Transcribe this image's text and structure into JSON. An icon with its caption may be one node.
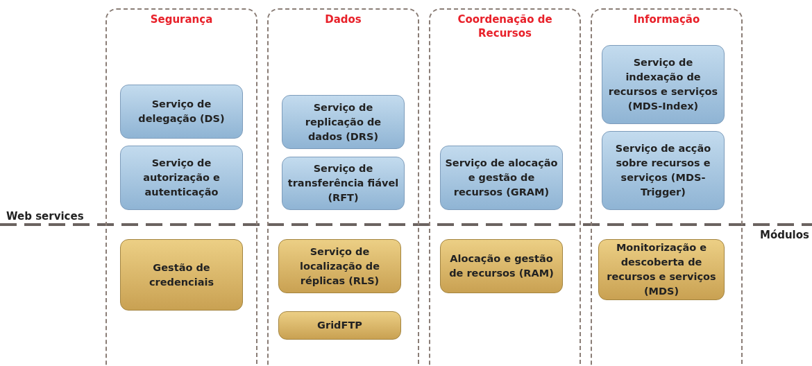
{
  "diagram": {
    "nodes": [
      {
        "text": [
          "Segurança"
        ]
      },
      {
        "text": [
          "Dados"
        ]
      },
      {
        "text": [
          "Coordenação de Recursos"
        ]
      },
      {
        "text": [
          "Informação"
        ]
      },
      {
        "text": [
          "Serviço de delegação (DS)"
        ],
        "in": 0
      },
      {
        "text": [
          "Serviço de autorização e autenticação"
        ],
        "in": 0
      },
      {
        "text": [
          "Gestão de credenciais"
        ],
        "in": 0
      },
      {
        "text": [
          "Serviço de replicação de dados (DRS)"
        ],
        "in": 1
      },
      {
        "text": [
          "Serviço de transferência fiável (RFT)"
        ],
        "in": 1
      },
      {
        "text": [
          "Serviço de localização de réplicas (RLS)"
        ],
        "in": 1
      },
      {
        "text": [
          "GridFTP"
        ],
        "in": 1
      },
      {
        "text": [
          "Serviço de alocação e gestão de recursos (GRAM)"
        ],
        "in": 2
      },
      {
        "text": [
          "Alocação e gestão de recursos (RAM)"
        ],
        "in": 2
      },
      {
        "text": [
          "Serviço de indexação de recursos e serviços (MDS-Index)"
        ],
        "in": 3
      },
      {
        "text": [
          "Serviço de acção sobre recursos e serviços (MDS-Trigger)"
        ],
        "in": 3
      },
      {
        "text": [
          "Monitorização e descoberta de recursos e serviços (MDS)"
        ],
        "in": 3
      }
    ],
    "edges": [],
    "labels": [
      "Web services",
      "Módulos"
    ]
  }
}
